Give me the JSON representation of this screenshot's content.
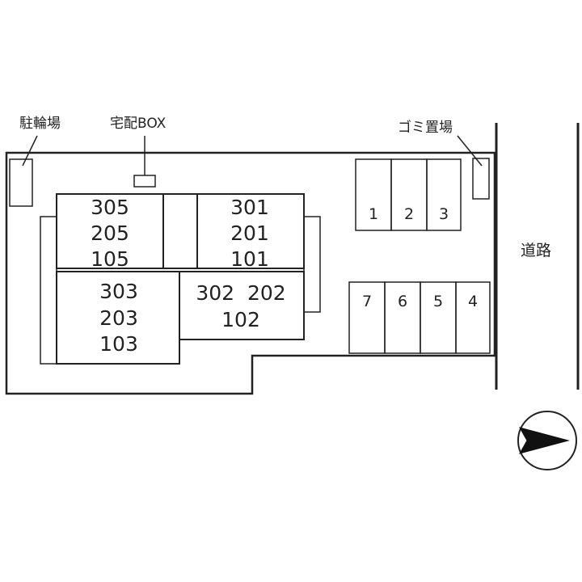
{
  "colors": {
    "building": "#fbfbb4",
    "line": "#222222",
    "background": "#ffffff"
  },
  "labels": {
    "bicycle_parking": "駐輪場",
    "delivery_box": "宅配BOX",
    "garbage": "ゴミ置場",
    "road": "道路"
  },
  "units": {
    "left_top": [
      "305",
      "205",
      "105"
    ],
    "right_top": [
      "301",
      "201",
      "101"
    ],
    "left_bottom": [
      "303",
      "203",
      "103"
    ],
    "right_bottom_line1": "302  202",
    "right_bottom_line2": "102"
  },
  "parking": {
    "top_row": [
      "1",
      "2",
      "3"
    ],
    "bottom_row": [
      "7",
      "6",
      "5",
      "4"
    ]
  },
  "compass": {
    "icon": "north-arrow-icon"
  }
}
